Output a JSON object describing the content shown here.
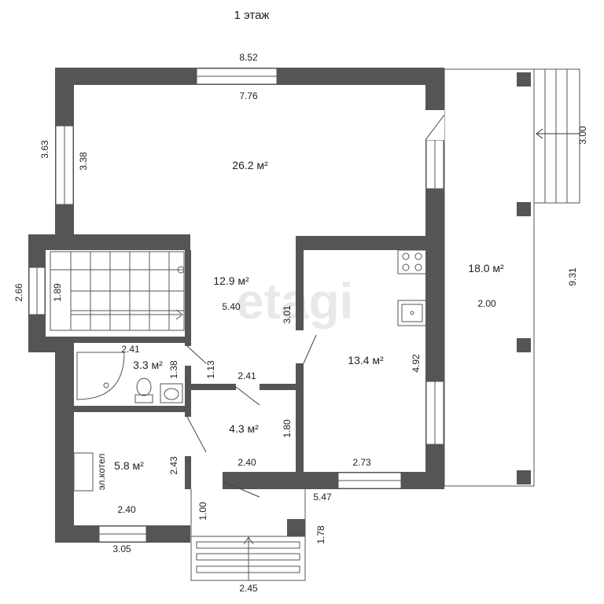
{
  "floor_title": "1 этаж",
  "watermark": "etagi",
  "rooms": {
    "living": {
      "area": "26.2 м²"
    },
    "hall": {
      "area": "12.9 м²"
    },
    "kitchen": {
      "area": "13.4 м²"
    },
    "terrace": {
      "area": "18.0 м²"
    },
    "bathroom": {
      "area": "3.3 м²"
    },
    "corridor": {
      "area": "4.3 м²"
    },
    "boiler_room": {
      "area": "5.8 м²",
      "label": "эл.котел"
    }
  },
  "dimensions": {
    "top_outer": "8.52",
    "top_inner": "7.76",
    "left_outer": "3.63",
    "left_inner": "3.38",
    "terrace_steps": "3.00",
    "terrace_length": "9.31",
    "terrace_width": "2.00",
    "stair_outer": "2.66",
    "stair_inner": "1.89",
    "hall_width": "5.40",
    "kitchen_wall": "3.01",
    "kitchen_length": "4.92",
    "kitchen_bottom": "2.73",
    "bath_width": "2.41",
    "bath_height": "1.38",
    "hall_corr": "1.13",
    "corr_top": "2.41",
    "corr_height": "1.80",
    "corr_bottom": "2.40",
    "boiler_height": "2.43",
    "boiler_bottom": "2.40",
    "boiler_outer": "3.05",
    "entrance_height": "1.00",
    "entrance_outer": "5.47",
    "porch_height": "1.78",
    "porch_width": "2.45"
  }
}
